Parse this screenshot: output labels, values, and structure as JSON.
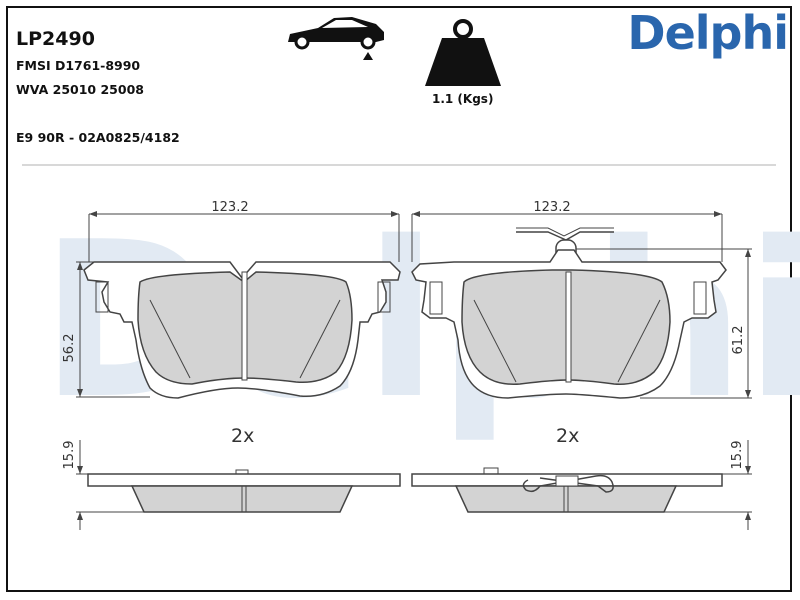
{
  "header": {
    "part_number": "LP2490",
    "fmsi": "FMSI D1761-8990",
    "wva": "WVA 25010 25008",
    "certification": "E9 90R - 02A0825/4182",
    "weight": "1.1 (Kgs)",
    "brand": "Delphi"
  },
  "watermark": "Delphi",
  "icons": {
    "axle": "car-rear-axle-icon",
    "weight": "weight-icon"
  },
  "colors": {
    "brand_blue": "#2a66ad",
    "friction_material": "#d3d3d3",
    "outline": "#444444"
  },
  "left_pad": {
    "width_label": "123.2",
    "height_label": "56.2",
    "quantity": "2x"
  },
  "right_pad": {
    "width_label": "123.2",
    "height_label": "61.2",
    "quantity": "2x"
  },
  "side_views": {
    "left_thickness_label": "15.9",
    "right_thickness_label": "15.9"
  }
}
